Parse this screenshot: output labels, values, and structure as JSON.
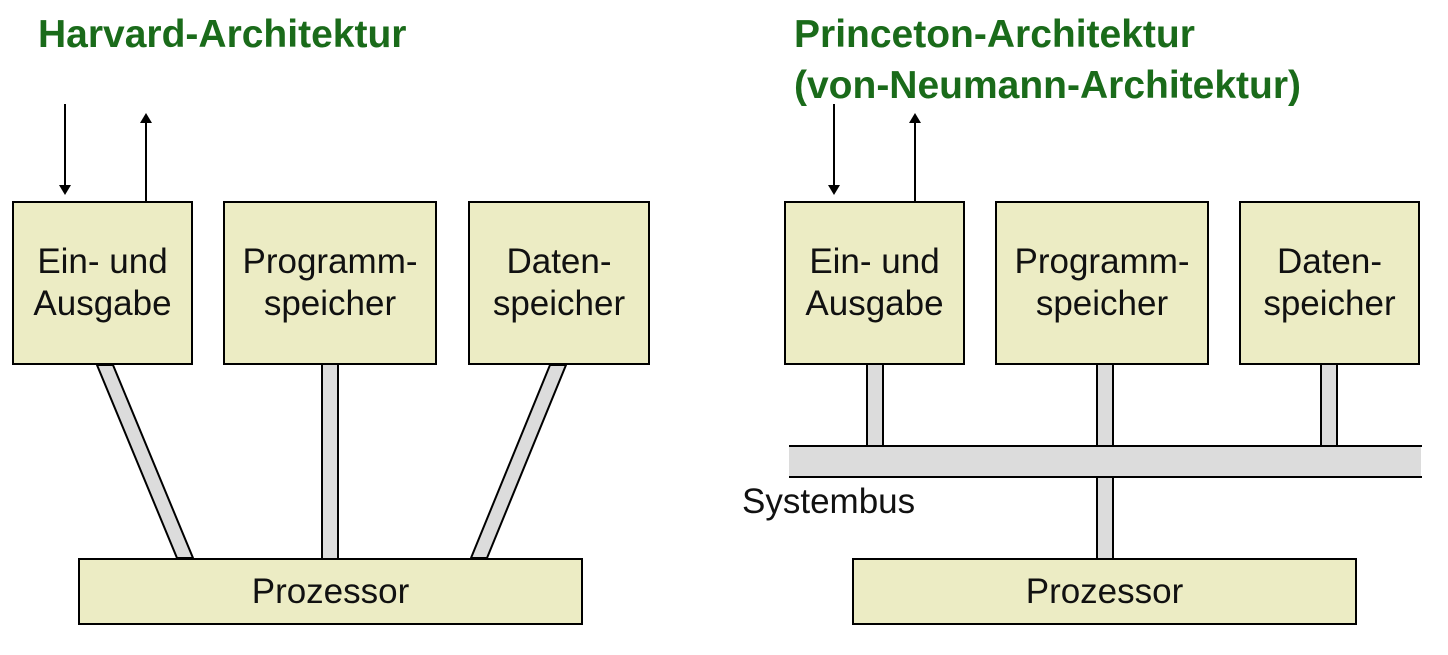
{
  "colors": {
    "title": "#1a6b1a",
    "box_fill": "#ececc4",
    "bus_fill": "#dcdcdc",
    "stroke": "#000000",
    "background": "#ffffff"
  },
  "harvard": {
    "title": "Harvard-Architektur",
    "io": {
      "line1": "Ein- und",
      "line2": "Ausgabe"
    },
    "program_memory": {
      "line1": "Programm-",
      "line2": "speicher"
    },
    "data_memory": {
      "line1": "Daten-",
      "line2": "speicher"
    },
    "processor": "Prozessor"
  },
  "princeton": {
    "title_line1": "Princeton-Architektur",
    "title_line2": "(von-Neumann-Architektur)",
    "io": {
      "line1": "Ein- und",
      "line2": "Ausgabe"
    },
    "program_memory": {
      "line1": "Programm-",
      "line2": "speicher"
    },
    "data_memory": {
      "line1": "Daten-",
      "line2": "speicher"
    },
    "system_bus_label": "Systembus",
    "processor": "Prozessor"
  }
}
